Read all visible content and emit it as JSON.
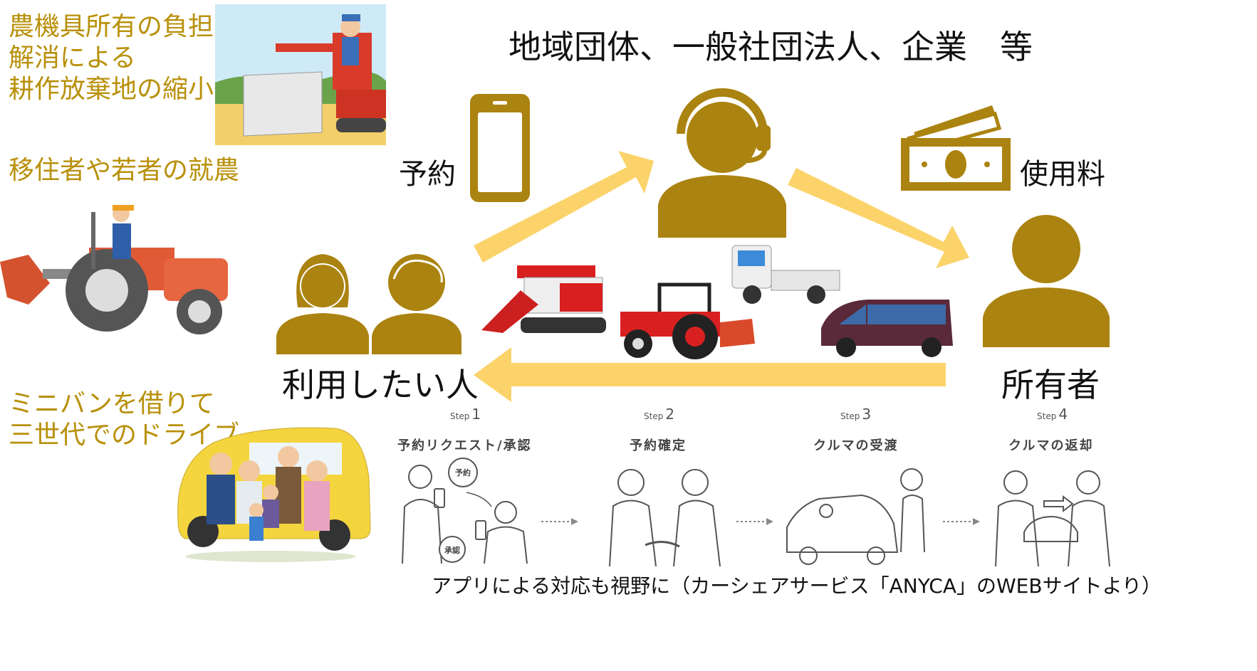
{
  "colors": {
    "gold": "#b8900a",
    "icon_gold": "#ab8310",
    "arrow": "#fbd36a"
  },
  "left": {
    "benefit_1": [
      "農機具所有の負担",
      "解消による",
      "耕作放棄地の縮小"
    ],
    "benefit_2": "移住者や若者の就農",
    "benefit_3": [
      "ミニバンを借りて",
      "三世代でのドライブ"
    ]
  },
  "flow": {
    "org_title": "地域団体、一般社団法人、企業　等",
    "reserve_label": "予約",
    "fee_label": "使用料",
    "user_label": "利用したい人",
    "owner_label": "所有者"
  },
  "steps": [
    {
      "step_word": "Step",
      "num": "1",
      "title": "予約リクエスト/承認",
      "bubble_1": "予約",
      "bubble_2": "承認"
    },
    {
      "step_word": "Step",
      "num": "2",
      "title": "予約確定"
    },
    {
      "step_word": "Step",
      "num": "3",
      "title": "クルマの受渡"
    },
    {
      "step_word": "Step",
      "num": "4",
      "title": "クルマの返却"
    }
  ],
  "caption": "アプリによる対応も視野に（カーシェアサービス「ANYCA」のWEBサイトより）",
  "icons": [
    "smartphone-icon",
    "operator-headset-icon",
    "money-bill-icon",
    "user-pair-icon",
    "owner-icon"
  ]
}
